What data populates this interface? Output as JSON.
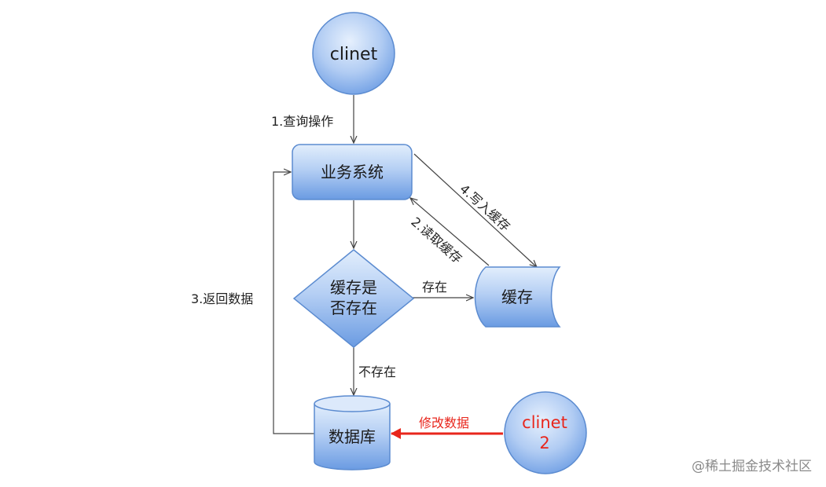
{
  "nodes": {
    "client1": {
      "label": "clinet"
    },
    "business": {
      "label": "业务系统"
    },
    "decision": {
      "line1": "缓存是",
      "line2": "否存在"
    },
    "cache": {
      "label": "缓存"
    },
    "database": {
      "label": "数据库"
    },
    "client2": {
      "line1": "clinet",
      "line2": "2"
    }
  },
  "edges": {
    "query": "1.查询操作",
    "read_cache": "2.读取缓存",
    "return_data": "3.返回数据",
    "write_cache": "4.写入缓存",
    "exists": "存在",
    "not_exists": "不存在",
    "modify_data": "修改数据"
  },
  "colors": {
    "node_fill_light": "#dce9fb",
    "node_fill_dark": "#6f9fe3",
    "node_stroke": "#5b8bd0",
    "arrow": "#444444",
    "highlight": "#e8261c"
  },
  "watermark": "@稀土掘金技术社区"
}
